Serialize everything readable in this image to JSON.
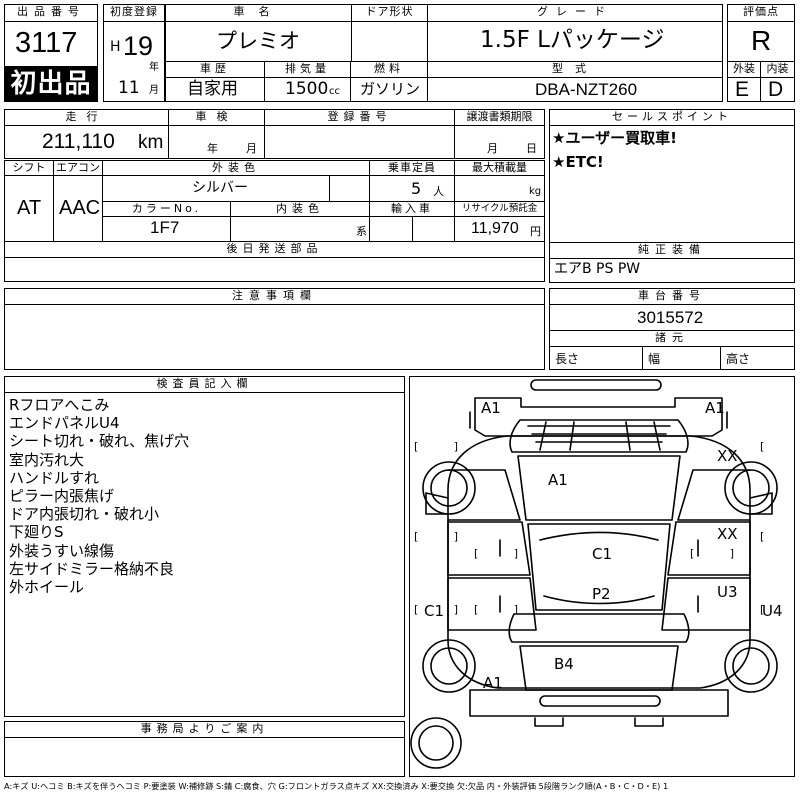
{
  "header": {
    "lot_no_label": "出品番号",
    "lot_no": "3117",
    "first_time_badge": "初出品",
    "first_reg_label": "初度登録",
    "era": "H",
    "year": "19",
    "year_unit": "年",
    "month": "11",
    "month_unit": "月",
    "car_name_label": "車名",
    "car_name": "プレミオ",
    "door_label": "ドア形状",
    "grade_label": "グレード",
    "grade": "1.5F Lパッケージ",
    "score_label": "評価点",
    "score": "R",
    "history_label": "車歴",
    "history": "自家用",
    "displacement_label": "排気量",
    "displacement": "1500",
    "displacement_unit": "cc",
    "fuel_label": "燃料",
    "fuel": "ガソリン",
    "model_label": "型式",
    "model": "DBA-NZT260",
    "exterior_label": "外装",
    "exterior": "E",
    "interior_label": "内装",
    "interior": "D"
  },
  "row2": {
    "mileage_label": "走行",
    "mileage": "211,110",
    "mileage_unit": "km",
    "inspection_label": "車検",
    "year_unit": "年",
    "month_unit": "月",
    "plate_label": "登録番号",
    "doc_label": "譲渡書類期限",
    "doc_month": "月",
    "doc_day": "日",
    "selling_label": "セールスポイント",
    "selling_points": [
      "★ユーザー買取車!",
      "★ETC!"
    ]
  },
  "row3": {
    "shift_label": "シフト",
    "shift": "AT",
    "ac_label": "エアコン",
    "ac": "AAC",
    "color_label": "外装色",
    "color": "シルバー",
    "capacity_label": "乗車定員",
    "capacity": "5",
    "capacity_unit": "人",
    "load_label": "最大積載量",
    "load_unit": "kg",
    "color_no_label": "カラーNo.",
    "color_no": "1F7",
    "int_color_label": "内装色",
    "int_color_unit": "系",
    "import_label": "輸入車",
    "recycle_label": "リサイクル預託金",
    "recycle": "11,970",
    "recycle_unit": "円",
    "later_parts_label": "後日発送部品",
    "equipment_label": "純正装備",
    "equipment": "エアB PS PW"
  },
  "row4": {
    "caution_label": "注意事項欄",
    "chassis_label": "車台番号",
    "chassis": "3015572",
    "spec_label": "諸元",
    "length_label": "長さ",
    "width_label": "幅",
    "height_label": "高さ"
  },
  "inspector": {
    "label": "検査員記入欄",
    "notes": [
      "Rフロアへこみ",
      "エンドパネルU4",
      "シート切れ・破れ、焦げ穴",
      "室内汚れ大",
      "ハンドルすれ",
      "ピラー内張焦げ",
      "ドア内張切れ・破れ小",
      "下廻りS",
      "外装うすい線傷",
      "左サイドミラー格納不良",
      "外ホイール"
    ]
  },
  "office_label": "事務局よりご案内",
  "legend": "A:キズ U:ヘコミ B:キズを伴うヘコミ P:要塗装 W:補修跡 S:錆 C:腐食、穴 G:フロントガラス点キズ XX:交換済み X:要交換 欠:欠品 内・外装評価 5段階ランク順(A・B・C・D・E) 1",
  "diagram": {
    "marks": [
      {
        "id": "front-left-corner",
        "code": "A1"
      },
      {
        "id": "front-right-corner",
        "code": "A1"
      },
      {
        "id": "hood",
        "code": "A1"
      },
      {
        "id": "front-right-fender",
        "code": "XX"
      },
      {
        "id": "front-right-door",
        "code": "XX"
      },
      {
        "id": "roof",
        "code": "C1"
      },
      {
        "id": "roof-rear",
        "code": "P2"
      },
      {
        "id": "rear-right-door",
        "code": "U3"
      },
      {
        "id": "rear-right-fender",
        "code": "U4"
      },
      {
        "id": "rear-left-fender",
        "code": "C1"
      },
      {
        "id": "trunk",
        "code": "B4"
      },
      {
        "id": "rear-left-corner",
        "code": "A1"
      }
    ],
    "brackets": "[ ]"
  }
}
